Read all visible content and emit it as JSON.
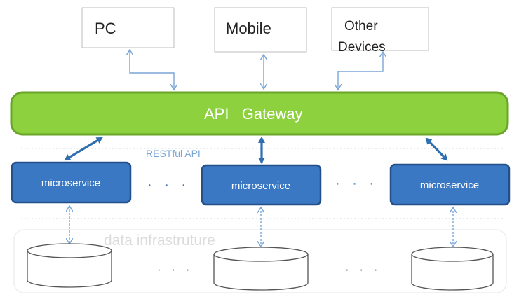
{
  "clients": {
    "pc": "PC",
    "mobile": "Mobile",
    "other_line1": "Other",
    "other_line2": "Devices"
  },
  "gateway": {
    "label": "API   Gateway"
  },
  "restful_label": "RESTful API",
  "microservices": [
    "microservice",
    "microservice",
    "microservice"
  ],
  "ellipsis": "· · ·",
  "data_layer_label": "data infrastruture",
  "colors": {
    "gateway_fill": "#8ed13f",
    "gateway_border": "#6aa52a",
    "service_fill": "#3b78c3",
    "service_border": "#24508a",
    "arrow_blue": "#2f6fb0",
    "arrow_light": "#7aa6d6"
  }
}
